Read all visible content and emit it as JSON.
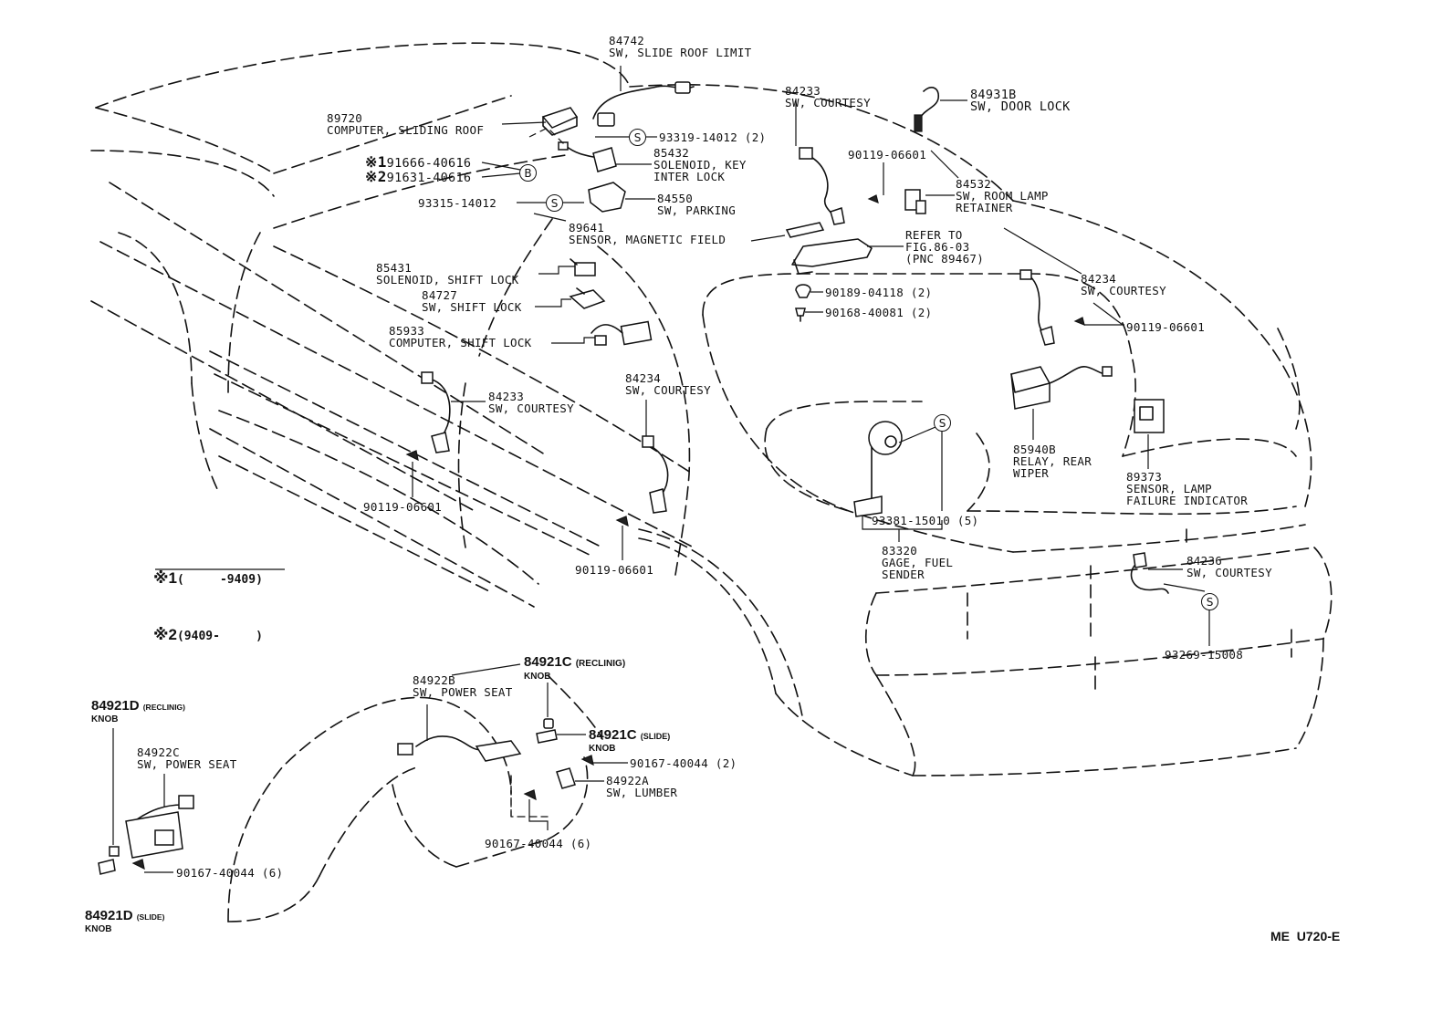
{
  "labels": {
    "p84742": {
      "num": "84742",
      "desc": "SW, SLIDE ROOF LIMIT"
    },
    "p84233a": {
      "num": "84233",
      "desc": "SW, COURTESY"
    },
    "p84931b": {
      "num": "84931B",
      "desc": "SW, DOOR LOCK"
    },
    "p89720": {
      "num": "89720",
      "desc": "COMPUTER, SLIDING ROOF"
    },
    "p93319": {
      "num": "93319-14012 (2)"
    },
    "p91666": {
      "mark": "※1",
      "num": "91666-40616"
    },
    "p91631": {
      "mark": "※2",
      "num": "91631-40616"
    },
    "p85432": {
      "num": "85432",
      "desc": "SOLENOID, KEY\nINTER LOCK"
    },
    "p90119a": {
      "num": "90119-06601"
    },
    "p84532": {
      "num": "84532",
      "desc": "SW, ROOM LAMP\nRETAINER"
    },
    "p93315": {
      "num": "93315-14012"
    },
    "p84550": {
      "num": "84550",
      "desc": "SW, PARKING"
    },
    "p89641": {
      "num": "89641",
      "desc": "SENSOR, MAGNETIC FIELD"
    },
    "refer": {
      "desc": "REFER TO\nFIG.86-03\n(PNC 89467)"
    },
    "p85431": {
      "num": "85431",
      "desc": "SOLENOID, SHIFT LOCK"
    },
    "p84234a": {
      "num": "84234",
      "desc": "SW, COURTESY"
    },
    "p90189": {
      "num": "90189-04118 (2)"
    },
    "p84727": {
      "num": "84727",
      "desc": "SW, SHIFT LOCK"
    },
    "p90168": {
      "num": "90168-40081 (2)"
    },
    "p90119b": {
      "num": "90119-06601"
    },
    "p85933": {
      "num": "85933",
      "desc": "COMPUTER, SHIFT LOCK"
    },
    "p84234b": {
      "num": "84234",
      "desc": "SW, COURTESY"
    },
    "p84233b": {
      "num": "84233",
      "desc": "SW, COURTESY"
    },
    "p85940b": {
      "num": "85940B",
      "desc": "RELAY, REAR\nWIPER"
    },
    "p89373": {
      "num": "89373",
      "desc": "SENSOR, LAMP\nFAILURE INDICATOR"
    },
    "p90119c": {
      "num": "90119-06601"
    },
    "p93381": {
      "num": "93381-15010 (5)"
    },
    "p83320": {
      "num": "83320",
      "desc": "GAGE, FUEL\nSENDER"
    },
    "p84236": {
      "num": "84236",
      "desc": "SW, COURTESY"
    },
    "p90119d": {
      "num": "90119-06601"
    },
    "p93269": {
      "num": "93269-15008"
    },
    "p84921c_r": {
      "num": "84921C",
      "note": "(RECLINIG)",
      "desc": "KNOB"
    },
    "p84922b": {
      "num": "84922B",
      "desc": "SW, POWER SEAT"
    },
    "p84921d_r": {
      "num": "84921D",
      "note": "(RECLINIG)",
      "desc": "KNOB"
    },
    "p84921c_s": {
      "num": "84921C",
      "note": "(SLIDE)",
      "desc": "KNOB"
    },
    "p90167a": {
      "num": "90167-40044 (2)"
    },
    "p84922c": {
      "num": "84922C",
      "desc": "SW, POWER SEAT"
    },
    "p84922a": {
      "num": "84922A",
      "desc": "SW, LUMBER"
    },
    "p90167b": {
      "num": "90167-40044 (6)"
    },
    "p90167c": {
      "num": "90167-40044 (6)"
    },
    "p84921d_s": {
      "num": "84921D",
      "note": "(SLIDE)",
      "desc": "KNOB"
    }
  },
  "circles": {
    "s1": "S",
    "b1": "B",
    "s2": "S",
    "s3": "S",
    "s4": "S"
  },
  "legend": {
    "m1": "※1",
    "r1": "(     -9409)",
    "m2": "※2",
    "r2": "(9409-     )"
  },
  "code": "ME  U720-E"
}
